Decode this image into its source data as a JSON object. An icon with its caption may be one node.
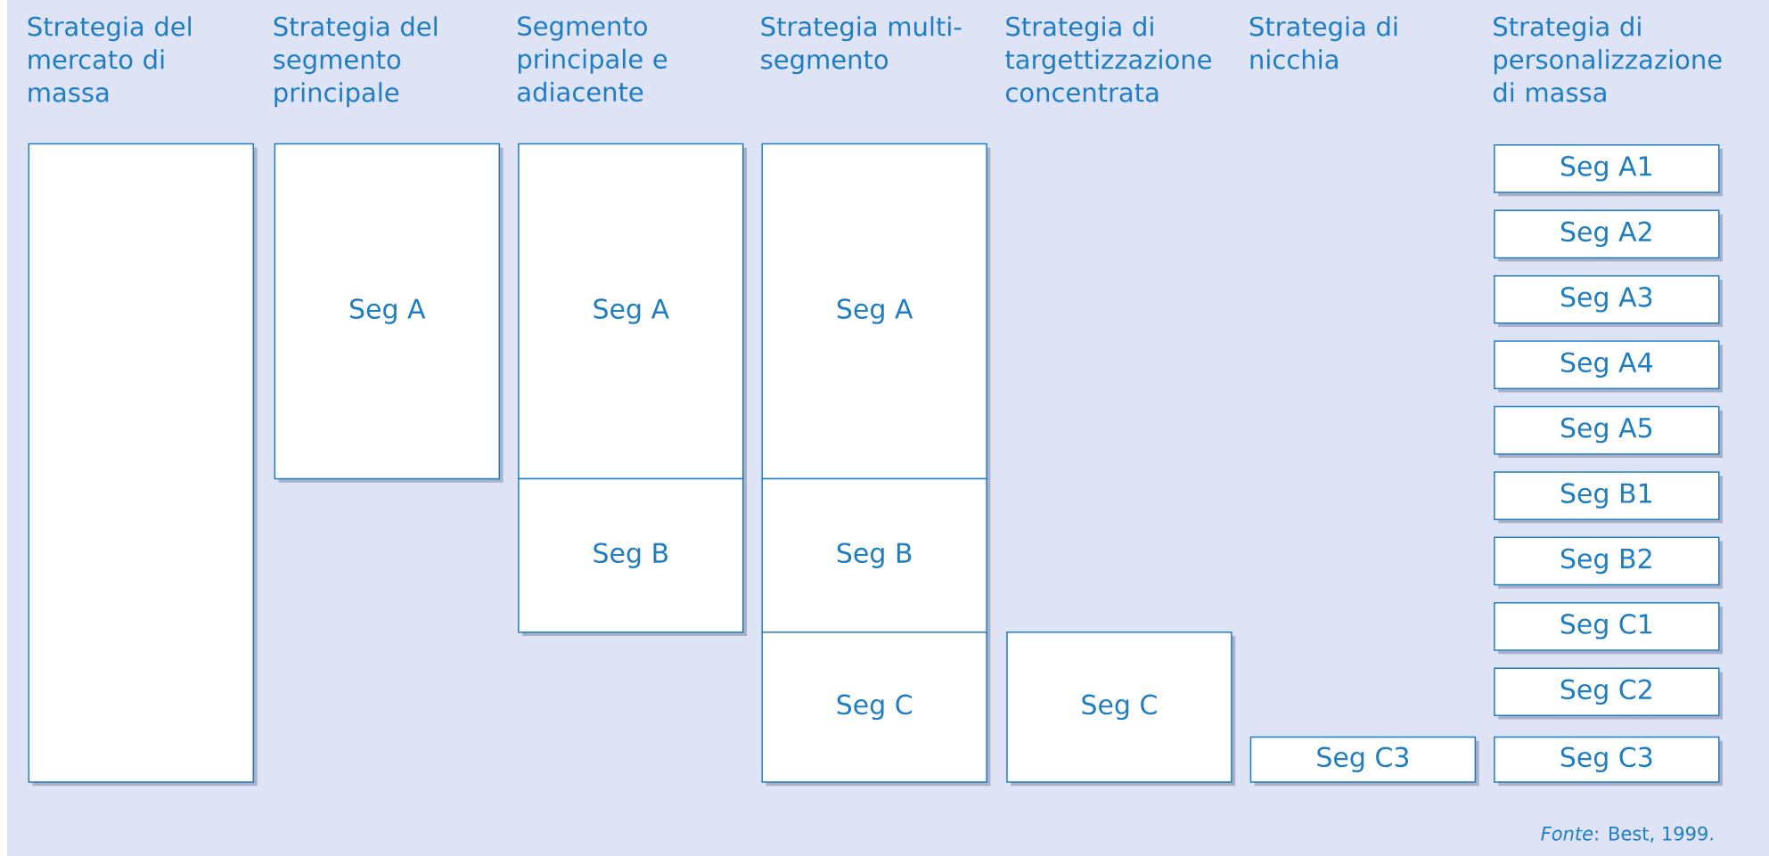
{
  "diagram": {
    "caption": "*Fonte*: Best, 1999.",
    "nodes": [
      {
        "text": [],
        "shape": "box"
      },
      {
        "text": [
          "Seg A"
        ]
      },
      {
        "text": [
          "Seg A"
        ]
      },
      {
        "text": [
          "Seg B"
        ]
      },
      {
        "text": [
          "Seg A"
        ]
      },
      {
        "text": [
          "Seg B"
        ]
      },
      {
        "text": [
          "Seg C"
        ]
      },
      {
        "text": [
          "Seg C"
        ]
      },
      {
        "text": [
          "Seg C3"
        ]
      },
      {
        "text": [
          "Seg A1"
        ]
      },
      {
        "text": [
          "Seg A2"
        ]
      },
      {
        "text": [
          "Seg A3"
        ]
      },
      {
        "text": [
          "Seg A4"
        ]
      },
      {
        "text": [
          "Seg A5"
        ]
      },
      {
        "text": [
          "Seg B1"
        ]
      },
      {
        "text": [
          "Seg B2"
        ]
      },
      {
        "text": [
          "Seg C1"
        ]
      },
      {
        "text": [
          "Seg C2"
        ]
      },
      {
        "text": [
          "Seg C3"
        ]
      }
    ],
    "labels": [
      "Strategia del mercato di massa",
      "Strategia del segmento principale",
      "Segmento principale e adiacente",
      "Strategia multi- segmento",
      "Strategia di targettizzazione concentrata",
      "Strategia di nicchia",
      "Strategia di personalizzazione di massa"
    ]
  }
}
